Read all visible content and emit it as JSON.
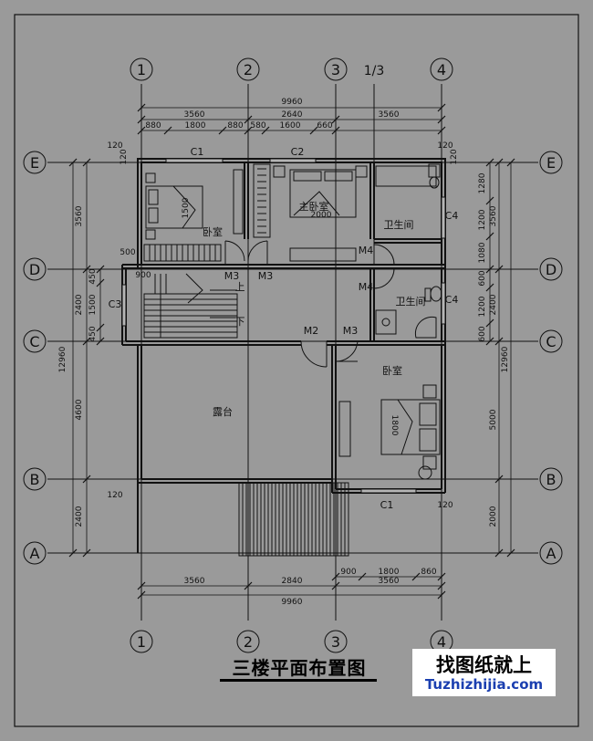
{
  "axes": {
    "vertical": [
      "1",
      "2",
      "3",
      "1/3",
      "4"
    ],
    "horizontal": [
      "E",
      "D",
      "C",
      "B",
      "A"
    ]
  },
  "dimensions": {
    "top_total": "9960",
    "top_row": [
      "3560",
      "2640",
      "3560"
    ],
    "top_detail": [
      "880",
      "1800",
      "880",
      "580",
      "1600",
      "660"
    ],
    "bottom_row": [
      "3560",
      "2840",
      "3560"
    ],
    "bottom_total": "9960",
    "bottom_detail": [
      "900",
      "1800",
      "860"
    ],
    "left_outer_total": "12960",
    "left_row": [
      "3560",
      "2400",
      "4600",
      "2400"
    ],
    "left_detail": [
      "450",
      "1500",
      "450"
    ],
    "right_outer_total": "12960",
    "right_row": [
      "3560",
      "2400",
      "5000",
      "2000"
    ],
    "right_detail": [
      "1280",
      "1200",
      "1080",
      "600",
      "1200",
      "600"
    ],
    "wall_120": [
      "120",
      "120",
      "120",
      "120",
      "120",
      "120"
    ],
    "wall_500": "500",
    "wall_900": "900",
    "bed_dims": [
      "1500",
      "2000",
      "1800"
    ]
  },
  "rooms": [
    "卧室",
    "主卧室",
    "卫生间",
    "卫生间",
    "卧室",
    "露台"
  ],
  "labels": {
    "windows": [
      "C1",
      "C2",
      "C3",
      "C4",
      "C4",
      "C1"
    ],
    "doors": [
      "M3",
      "M3",
      "M4",
      "M4",
      "M2",
      "M3"
    ],
    "stairs": [
      "上",
      "下"
    ]
  },
  "title": "三楼平面布置图",
  "brand": {
    "name": "找图纸就上",
    "url": "Tuzhizhijia.com"
  },
  "colors": {
    "background": "#9a9a9a",
    "lines": "#111111",
    "brand_url": "#1b3fb0"
  }
}
